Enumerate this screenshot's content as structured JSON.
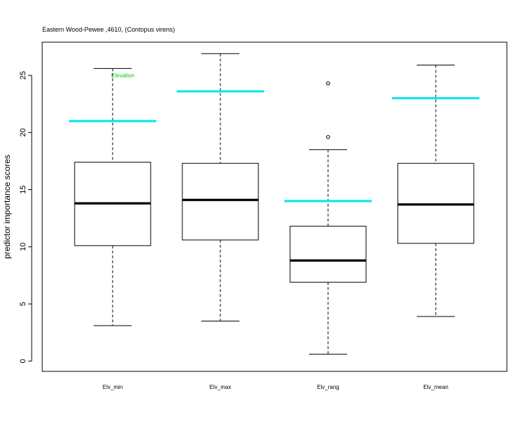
{
  "chart_data": {
    "type": "box",
    "title": "Eastern Wood-Pewee ,4610, (Contopus virens)",
    "xlabel": "",
    "ylabel": "predictor importance scores",
    "ylim": [
      -0.9,
      27.9
    ],
    "yticks": [
      0,
      5,
      10,
      15,
      20,
      25
    ],
    "categories": [
      "Elv_min",
      "Elv_max",
      "Elv_rang",
      "Elv_mean"
    ],
    "boxes": [
      {
        "whisker_low": 3.1,
        "q1": 10.1,
        "median": 13.8,
        "q3": 17.4,
        "whisker_high": 25.6,
        "outliers": []
      },
      {
        "whisker_low": 3.5,
        "q1": 10.6,
        "median": 14.1,
        "q3": 17.3,
        "whisker_high": 26.9,
        "outliers": []
      },
      {
        "whisker_low": 0.6,
        "q1": 6.9,
        "median": 8.8,
        "q3": 11.8,
        "whisker_high": 18.5,
        "outliers": [
          19.6,
          24.3
        ]
      },
      {
        "whisker_low": 3.9,
        "q1": 10.3,
        "median": 13.7,
        "q3": 17.3,
        "whisker_high": 25.9,
        "outliers": []
      }
    ],
    "reference_lines": [
      21.0,
      23.6,
      14.0,
      23.0
    ],
    "reference_line_color": "#00e5ee",
    "annotations": [
      {
        "text": "Elevation",
        "category": "Elv_min",
        "y": 25.0,
        "color": "#00cc00"
      }
    ],
    "grid": false,
    "legend": "none"
  }
}
